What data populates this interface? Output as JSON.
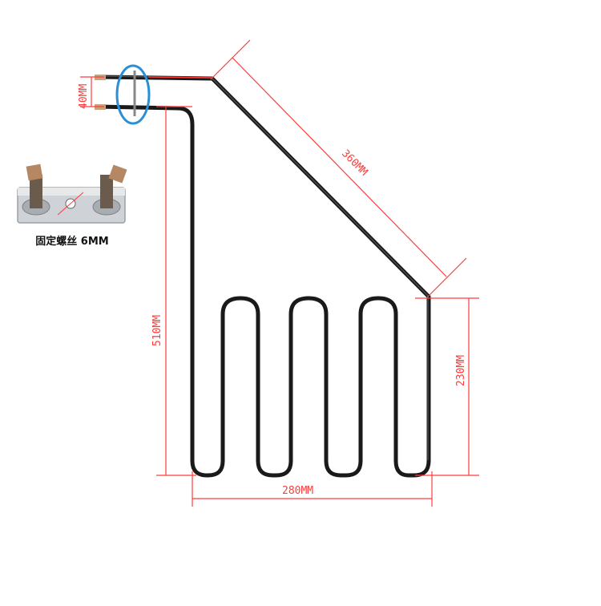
{
  "dimensions": {
    "terminal_spacing": "40MM",
    "diagonal_length": "360MM",
    "total_height": "510MM",
    "loop_height": "230MM",
    "total_width": "280MM"
  },
  "detail": {
    "caption": "固定螺丝 6MM"
  },
  "colors": {
    "dimension_line": "#ff3b3b",
    "highlight_circle": "#2b8fd6",
    "element_tube": "#1a1a1a"
  }
}
